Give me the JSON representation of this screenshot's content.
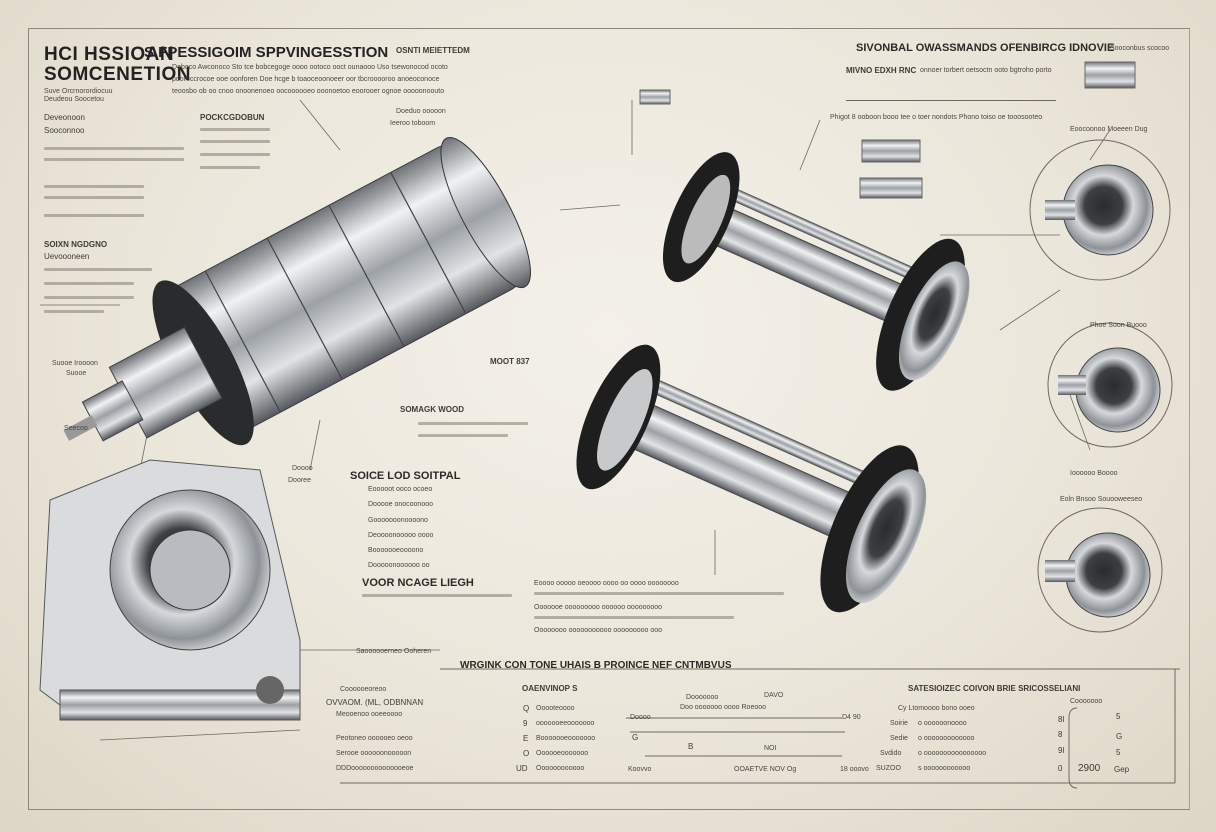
{
  "title": {
    "line1": "HCI HSSIOAN",
    "line2": "SOMCENETION",
    "sub": "Suve Orcrnorordiocuu"
  },
  "main_heading": "S FPESSIGOIM SPPVINGESSTION",
  "main_heading_suffix": "OSNTI MEIETTEDM",
  "intro_lines": [
    "Doboco Awconoco Sto tce bobcegoge oooo ootoco ooct ounaooo Uso tsewonocod ocoto",
    "pdoroccrocoe ooe oonforen Doe hcge b toaoceoonoeer oor tbcrooooroo anoeoconoce",
    "teoosbo ob oo cnoo onoonenoeo oocoooooeo ooonoetoo eoorooer ognoe ooooonoouto"
  ],
  "right_heading": "SIVONBAL OWASSMANDS OFENBIRCG IDNOVIE",
  "right_heading_suffix": "Sooconbus scocoo",
  "right_sub": "MIVNO EDXH RNC",
  "right_sub_desc": "onnoer torbert oetsoctn ooto bgtroho porto",
  "right_note": "Phigot 8 ooboon booo tee o toer nondots Phono toiso oe tooosooteo",
  "left_labels": {
    "section": "Deudeou Soocetou",
    "a": "Deveonoon",
    "b": "Sooconnoo",
    "c": "POCKCGDOBUN",
    "d": "SOIXN NGDGNO",
    "e": "Uevoooneen",
    "f": "Suooe Iroooon",
    "g": "Suooe",
    "h": "Seecoo"
  },
  "center_labels": {
    "a": "Doeduo ooooon",
    "b": "Ieeroo toboom",
    "c": "MOOT 837",
    "d": "SOMAGK WOOD",
    "e": "SOICE LOD SOITPAL",
    "f": "VOOR NCAGE LIEGH",
    "g": "Doooo",
    "h": "Dooree"
  },
  "middle_list": [
    "Eooooot ooco ocoeo",
    "Dooooe onocoonooo",
    "Gooooooonoooono",
    "Deoooonooooo oooo",
    "Booooooeoooono",
    "Dooooonoooooo oo"
  ],
  "right_list": [
    "Eoooo ooooo oeoooo oooo oo oooo oooooooo",
    "Ooooooe ooooooooo oooooo ooooooooo",
    "Oooooooo ooooooooooo ooooooooo ooo"
  ],
  "hub_labels": [
    "Eoocoonoo Moeeen Dug",
    "Phoe Soon Buooo",
    "Ioooooo Boooo",
    "Eoln Bnsoo Souooweeseo"
  ],
  "bottom_banner": "WRGINK CON TONE UHAIS B PROINCE NEF CNTMBVUS",
  "bottom_left": {
    "label1": "Saoooooerneo Ooheren",
    "label2": "Coooooeoreoo",
    "label3": "OVVAOM. (ML, ODBNNAN",
    "label4": "Meooenoo ooeeoooo",
    "rows": [
      "Peotoneo oooooeo oeoo",
      "Serooe oooooonooooon",
      "DDDoooooooooooooeoe"
    ]
  },
  "table_mid": {
    "title": "OAENVINOP S",
    "rows": [
      "Ooooteoooo",
      "ooooooeeooooooo",
      "Booooooeooooooo",
      "Oooooeooooooo",
      "Oooooooooooo"
    ],
    "marks": [
      "Q",
      "9",
      "E",
      "O",
      "UD"
    ]
  },
  "scale": {
    "top1": "Dooooooo",
    "top2": "DAVO",
    "top3": "Doo ooooooo oooo Roeooo",
    "left": "Doooo",
    "right": "D4 90",
    "g": "G",
    "b": "B",
    "m": "NOI",
    "bl": "Koovvo",
    "bc": "OOAETVE NOV Og",
    "br": "18 ooovo"
  },
  "right_table": {
    "title": "SATESIOIZEC COIVON BRIE SRICOSSELIANI",
    "header": "Cy Ltomoooo bono ooeo",
    "rows": [
      {
        "k": "Soirie",
        "v": "o oooooonoooo"
      },
      {
        "k": "Sedie",
        "v": "o ooooooooooooo"
      },
      {
        "k": "Svdido",
        "v": "o oooooooooooooooo"
      },
      {
        "k": "SUZOO",
        "v": "s oooooooooooo"
      }
    ],
    "corner": "Cooooooo",
    "value": "2900",
    "marks": [
      "8l",
      "8",
      "9l",
      "0"
    ],
    "side": [
      "5",
      "G",
      "5",
      "Gep"
    ]
  },
  "colors": {
    "paper": "#ebe6da",
    "ink": "#2c2a27",
    "metal": "#b8bcc0",
    "rubber": "#1e1e1f"
  }
}
